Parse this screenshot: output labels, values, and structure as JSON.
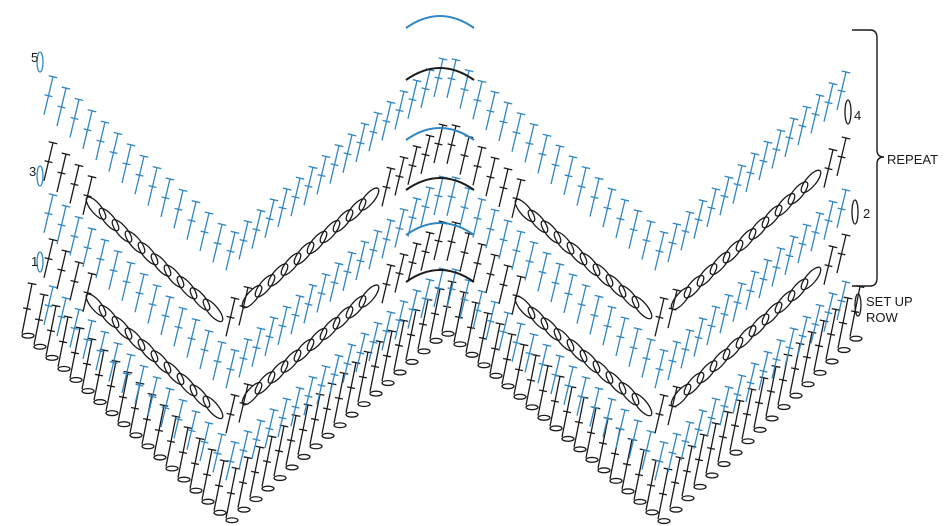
{
  "colors": {
    "black_stitches": "#1a1a1a",
    "blue_stitches": "#2f86c3",
    "background": "#ffffff"
  },
  "row_labels": {
    "row1": "1",
    "row2": "2",
    "row3": "3",
    "row4": "4",
    "row5": "5"
  },
  "annotations": {
    "repeat": "REPEAT",
    "setup_line1": "SET UP",
    "setup_line2": "ROW"
  }
}
